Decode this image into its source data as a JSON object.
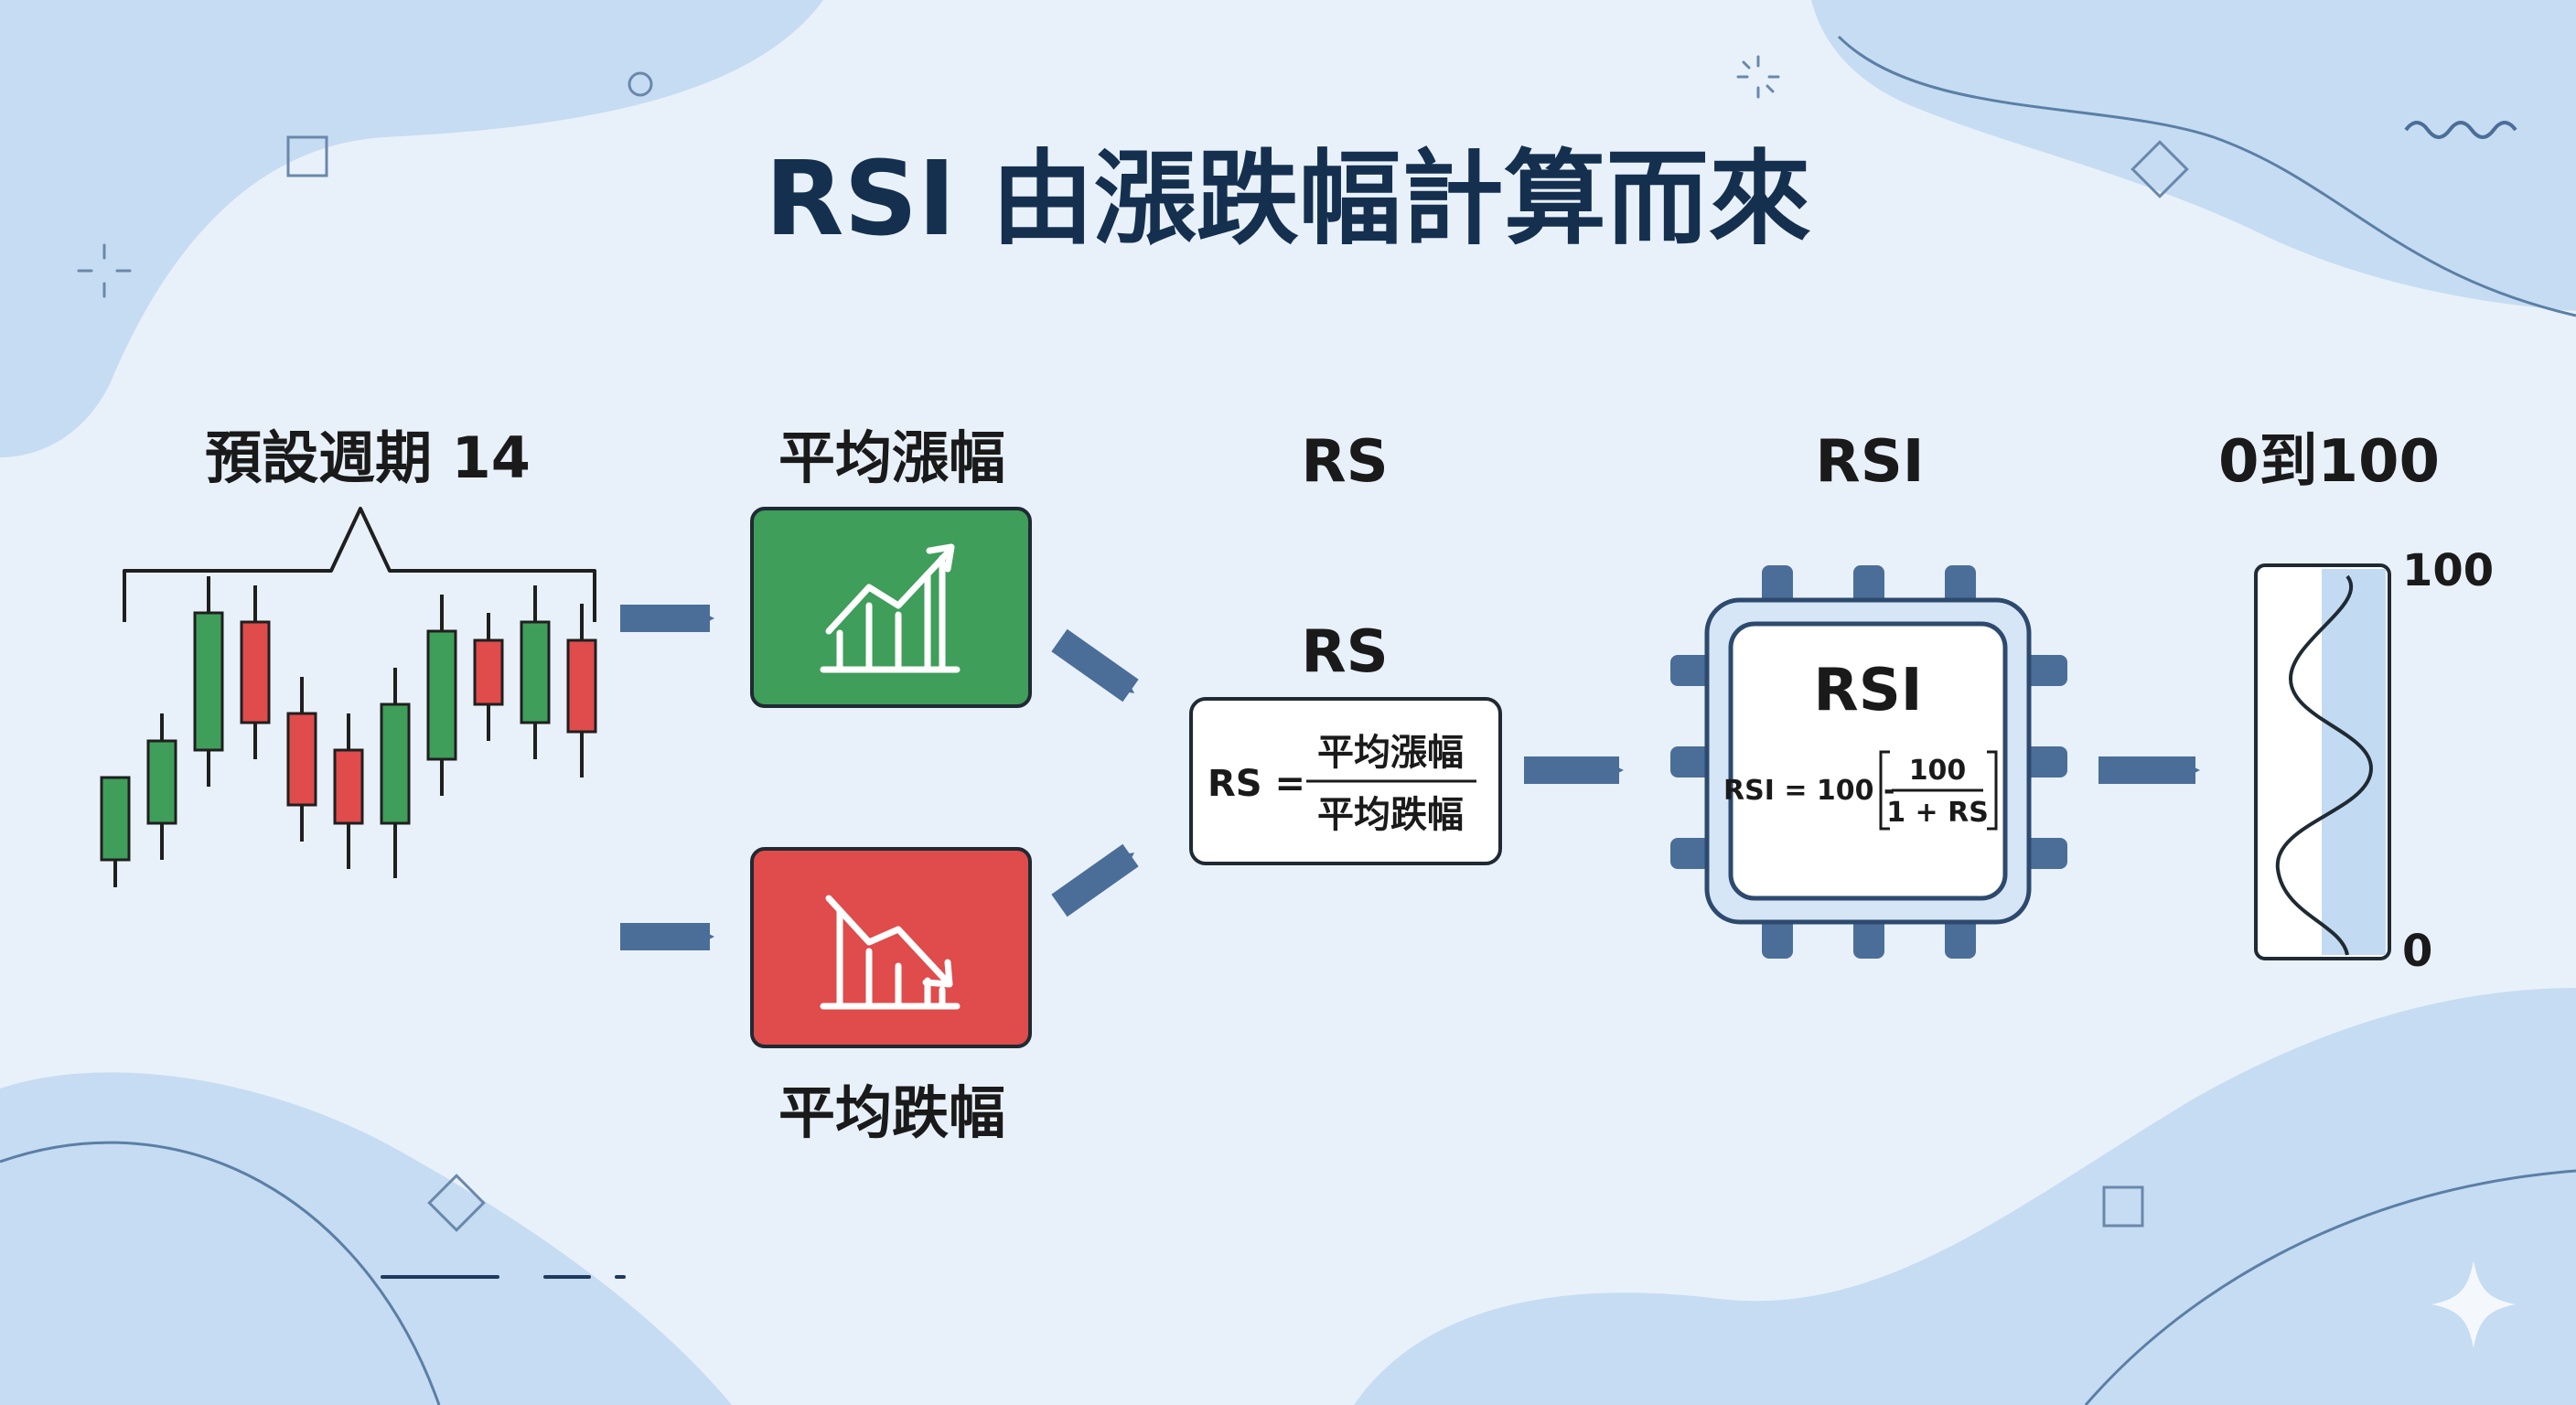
{
  "title": "RSI 由漲跌幅計算而來",
  "labels": {
    "period": "預設週期 14",
    "avg_gain": "平均漲幅",
    "avg_loss": "平均跌幅",
    "rs_header": "RS",
    "rs_box_title": "RS",
    "rsi_header": "RSI",
    "rsi_box_title": "RSI",
    "range_header": "0到100"
  },
  "rs_formula": {
    "lhs": "RS =",
    "numerator": "平均漲幅",
    "denominator": "平均跌幅"
  },
  "rsi_formula": {
    "lhs": "RSI = 100 -",
    "numerator": "100",
    "denominator": "1 + RS"
  },
  "gauge": {
    "max_label": "100",
    "min_label": "0"
  },
  "colors": {
    "gain": "#3f9e5a",
    "loss": "#e04b4b",
    "arrow": "#4b6e99",
    "chip": "#d6e6f7",
    "title": "#15304f"
  },
  "icons": {
    "gain_icon": "bar-chart-up-arrow-icon",
    "loss_icon": "bar-chart-down-arrow-icon"
  },
  "candles": [
    {
      "dir": "up",
      "open": 420,
      "close": 330,
      "high": 360,
      "low": 450
    },
    {
      "dir": "up",
      "open": 380,
      "close": 290,
      "high": 260,
      "low": 420
    },
    {
      "dir": "up",
      "open": 300,
      "close": 150,
      "high": 110,
      "low": 340
    },
    {
      "dir": "down",
      "open": 160,
      "close": 270,
      "high": 120,
      "low": 310
    },
    {
      "dir": "down",
      "open": 260,
      "close": 360,
      "high": 220,
      "low": 400
    },
    {
      "dir": "down",
      "open": 300,
      "close": 380,
      "high": 260,
      "low": 430
    },
    {
      "dir": "up",
      "open": 380,
      "close": 250,
      "high": 210,
      "low": 440
    },
    {
      "dir": "up",
      "open": 310,
      "close": 170,
      "high": 130,
      "low": 350
    },
    {
      "dir": "down",
      "open": 180,
      "close": 250,
      "high": 150,
      "low": 290
    },
    {
      "dir": "up",
      "open": 270,
      "close": 160,
      "high": 120,
      "low": 310
    },
    {
      "dir": "down",
      "open": 180,
      "close": 280,
      "high": 140,
      "low": 330
    }
  ]
}
